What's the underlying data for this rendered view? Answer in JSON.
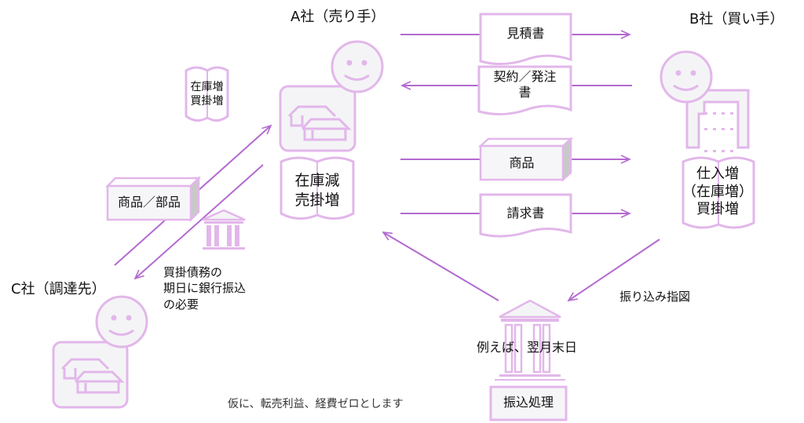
{
  "colors": {
    "arrow": "#b36ad0",
    "shape_stroke": "#e2b7ea",
    "shape_fill": "#f4f4f6",
    "text": "#111111"
  },
  "parties": {
    "a": {
      "label": "A社（売り手）",
      "icon": "seller-person-warehouse-icon"
    },
    "b": {
      "label": "B社（買い手）",
      "icon": "buyer-person-building-icon"
    },
    "c": {
      "label": "C社（調達先）",
      "icon": "supplier-person-warehouse-icon"
    }
  },
  "flows": {
    "quote": "見積書",
    "order": "契約／発注書",
    "order_line1": "契約／発注",
    "order_line2": "書",
    "goods": "商品",
    "invoice": "請求書",
    "goods_parts": "商品／部品"
  },
  "books": {
    "a_top": [
      "在庫増",
      "買掛増"
    ],
    "a_main": [
      "在庫減",
      "売掛増"
    ],
    "b_main": [
      "仕入増",
      "（在庫増）",
      "買掛増"
    ]
  },
  "notes": {
    "payable_line1": "買掛債務の",
    "payable_line2": "期日に銀行振込",
    "payable_line3": "の必要",
    "transfer_instruction": "振り込み指図",
    "example_date": "例えば、翌月末日",
    "transfer_process": "振込処理",
    "assumption": "仮に、転売利益、経費ゼロとします"
  }
}
